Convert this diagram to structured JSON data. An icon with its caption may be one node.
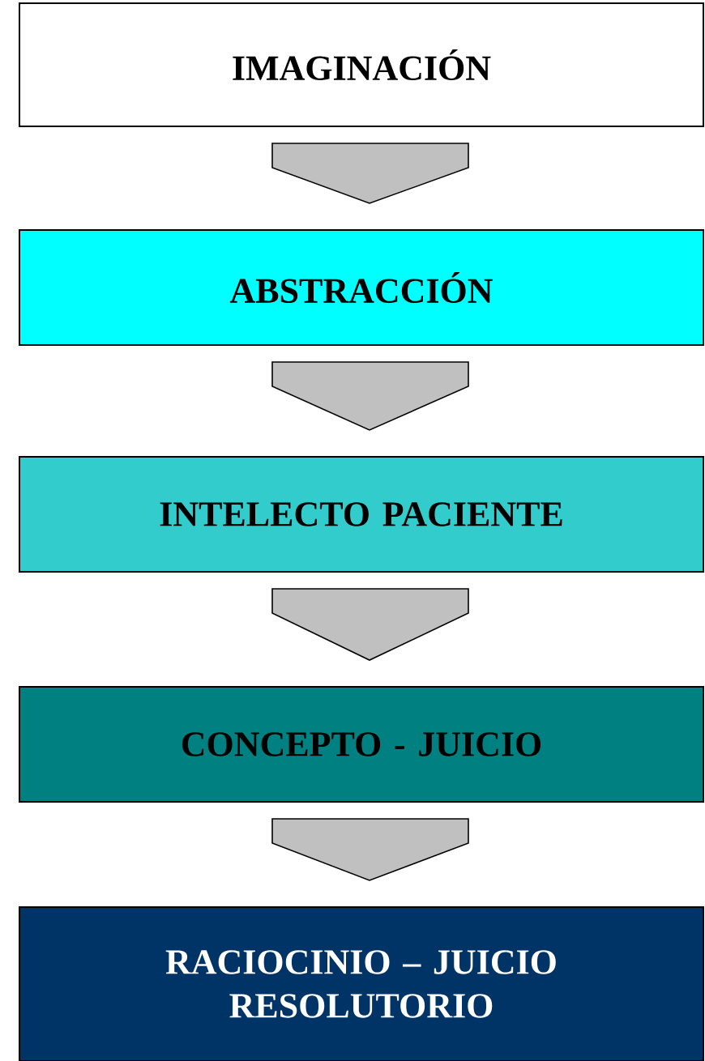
{
  "diagram": {
    "nodes": [
      {
        "text": [
          "IMAGINACIÓN"
        ]
      },
      {
        "text": [
          "ABSTRACCIÓN"
        ]
      },
      {
        "text": [
          "INTELECTO PACIENTE"
        ]
      },
      {
        "text": [
          "CONCEPTO - JUICIO"
        ]
      },
      {
        "text": [
          "RACIOCINIO – JUICIO RESOLUTORIO"
        ]
      }
    ],
    "edges": [
      {
        "from": 0,
        "to": 1,
        "arrow": "to"
      },
      {
        "from": 1,
        "to": 2,
        "arrow": "to"
      },
      {
        "from": 2,
        "to": 3,
        "arrow": "to"
      },
      {
        "from": 3,
        "to": 4,
        "arrow": "to"
      }
    ]
  }
}
